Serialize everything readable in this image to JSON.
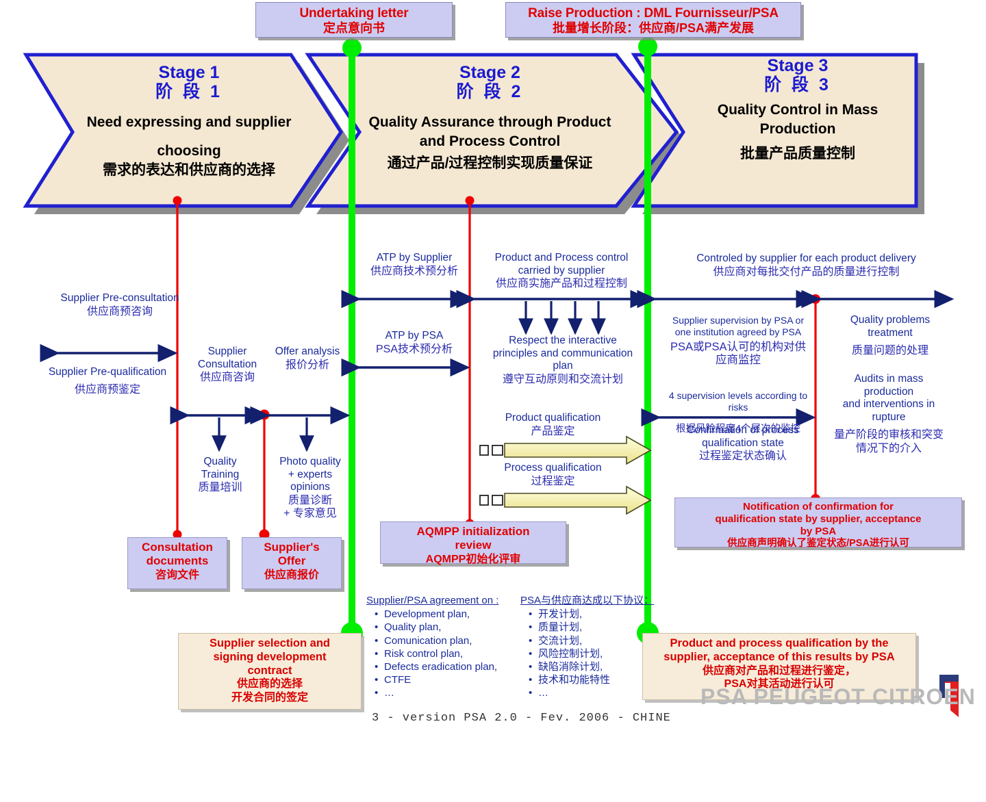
{
  "callouts": [
    {
      "en": "Undertaking letter",
      "cn": "定点意向书"
    },
    {
      "en": "Raise Production : DML Fournisseur/PSA",
      "cn": "批量增长阶段：供应商/PSA满产发展"
    }
  ],
  "stages": [
    {
      "title_en": "Stage 1",
      "title_cn": "阶 段 1",
      "desc_en_1": "Need expressing and supplier",
      "desc_en_2": "choosing",
      "desc_cn": "需求的表达和供应商的选择"
    },
    {
      "title_en": "Stage 2",
      "title_cn": "阶 段 2",
      "desc_en_1": "Quality Assurance through Product",
      "desc_en_2": "and Process Control",
      "desc_cn": "通过产品/过程控制实现质量保证"
    },
    {
      "title_en": "Stage 3",
      "title_cn": "阶 段 3",
      "desc_en_1": "Quality Control in Mass",
      "desc_en_2": "Production",
      "desc_cn": "批量产品质量控制"
    }
  ],
  "labels": {
    "supplier_preconsultation": {
      "en": "Supplier Pre-consultation",
      "cn": "供应商预咨询"
    },
    "supplier_prequalification": {
      "en": "Supplier Pre-qualification",
      "cn": "供应商预鉴定"
    },
    "supplier_consultation": {
      "en_1": "Supplier",
      "en_2": "Consultation",
      "cn": "供应商咨询"
    },
    "offer_analysis": {
      "en": "Offer analysis",
      "cn": "报价分析"
    },
    "quality_training": {
      "en_1": "Quality",
      "en_2": "Training",
      "cn": "质量培训"
    },
    "photo_quality": {
      "en_1": "Photo quality",
      "en_2": "+ experts",
      "en_3": "opinions",
      "cn_1": "质量诊断",
      "cn_2": "+ 专家意见"
    },
    "atp_by_supplier": {
      "en": "ATP by Supplier",
      "cn": "供应商技术预分析"
    },
    "atp_by_psa": {
      "en": "ATP by PSA",
      "cn": "PSA技术预分析"
    },
    "product_process_control": {
      "en_1": "Product and Process control",
      "en_2": "carried by supplier",
      "cn": "供应商实施产品和过程控制"
    },
    "respect_interactive": {
      "en_1": "Respect the interactive",
      "en_2": "principles and communication",
      "en_3": "plan",
      "cn": "遵守互动原则和交流计划"
    },
    "product_qualification": {
      "en": "Product qualification",
      "cn": "产品鉴定"
    },
    "process_qualification": {
      "en": "Process qualification",
      "cn": "过程鉴定"
    },
    "controlled_by_supplier": {
      "en": "Controled by supplier for each product delivery",
      "cn": "供应商对每批交付产品的质量进行控制"
    },
    "supplier_supervision": {
      "en_1": "Supplier supervision by PSA or",
      "en_2": "one institution agreed by PSA",
      "cn_1": "PSA或PSA认可的机构对供",
      "cn_2": "应商监控"
    },
    "supervision_levels": {
      "en_1": "4 supervision levels according to",
      "en_2": "risks",
      "cn": "根据风险程度4个层次的监控"
    },
    "confirmation_process": {
      "en_1": "Confirmation of process",
      "en_2": "qualification state",
      "cn": "过程鉴定状态确认"
    },
    "quality_problems": {
      "en_1": "Quality problems",
      "en_2": "treatment",
      "cn": "质量问题的处理"
    },
    "audits_mass_production": {
      "en_1": "Audits in mass",
      "en_2": "production",
      "en_3": "and interventions in",
      "en_4": "rupture",
      "cn_1": "量产阶段的审核和突变",
      "cn_2": "情况下的介入"
    }
  },
  "boxes": {
    "consultation_documents": {
      "en_1": "Consultation",
      "en_2": "documents",
      "cn": "咨询文件"
    },
    "suppliers_offer": {
      "en_1": "Supplier's",
      "en_2": "Offer",
      "cn": "供应商报价"
    },
    "aqmpp_review": {
      "en_1": "AQMPP initialization",
      "en_2": "review",
      "cn": "AQMPP初始化评审"
    },
    "notification_confirmation": {
      "en_1": "Notification of confirmation for",
      "en_2": "qualification state by supplier, acceptance",
      "en_3": "by PSA",
      "cn": "供应商声明确认了鉴定状态/PSA进行认可"
    },
    "supplier_selection": {
      "en_1": "Supplier selection and",
      "en_2": "signing development",
      "en_3": "contract",
      "cn_1": "供应商的选择",
      "cn_2": "开发合同的签定"
    },
    "product_process_qualification": {
      "en_1": "Product and process qualification by the",
      "en_2": "supplier, acceptance of this results by PSA",
      "cn_1": "供应商对产品和过程进行鉴定，",
      "cn_2": "PSA对其活动进行认可"
    }
  },
  "lists": {
    "supplier_psa_en": {
      "header": "Supplier/PSA agreement on :",
      "items": [
        "Development plan,",
        "Quality plan,",
        "Comunication plan,",
        "Risk control plan,",
        "Defects eradication plan,",
        "CTFE",
        "…"
      ]
    },
    "supplier_psa_cn": {
      "header": "PSA与供应商达成以下协议：",
      "items": [
        "开发计划,",
        "质量计划,",
        "交流计划,",
        "风险控制计划,",
        "缺陷消除计划,",
        "技术和功能特性",
        "…"
      ]
    }
  },
  "footer": {
    "text": "3 - version PSA 2.0 - Fev. 2006 -  CHINE"
  },
  "brand": {
    "text": "PSA PEUGEOT CITROEN"
  },
  "colors": {
    "stage_fill": "#f5e8d2",
    "stage_border": "#2020d0",
    "callout_fill": "#ccccf2",
    "red_line": "#ee0000",
    "green_line": "#00ee00",
    "navy_text": "#1a2a9c",
    "red_text": "#e00000"
  }
}
